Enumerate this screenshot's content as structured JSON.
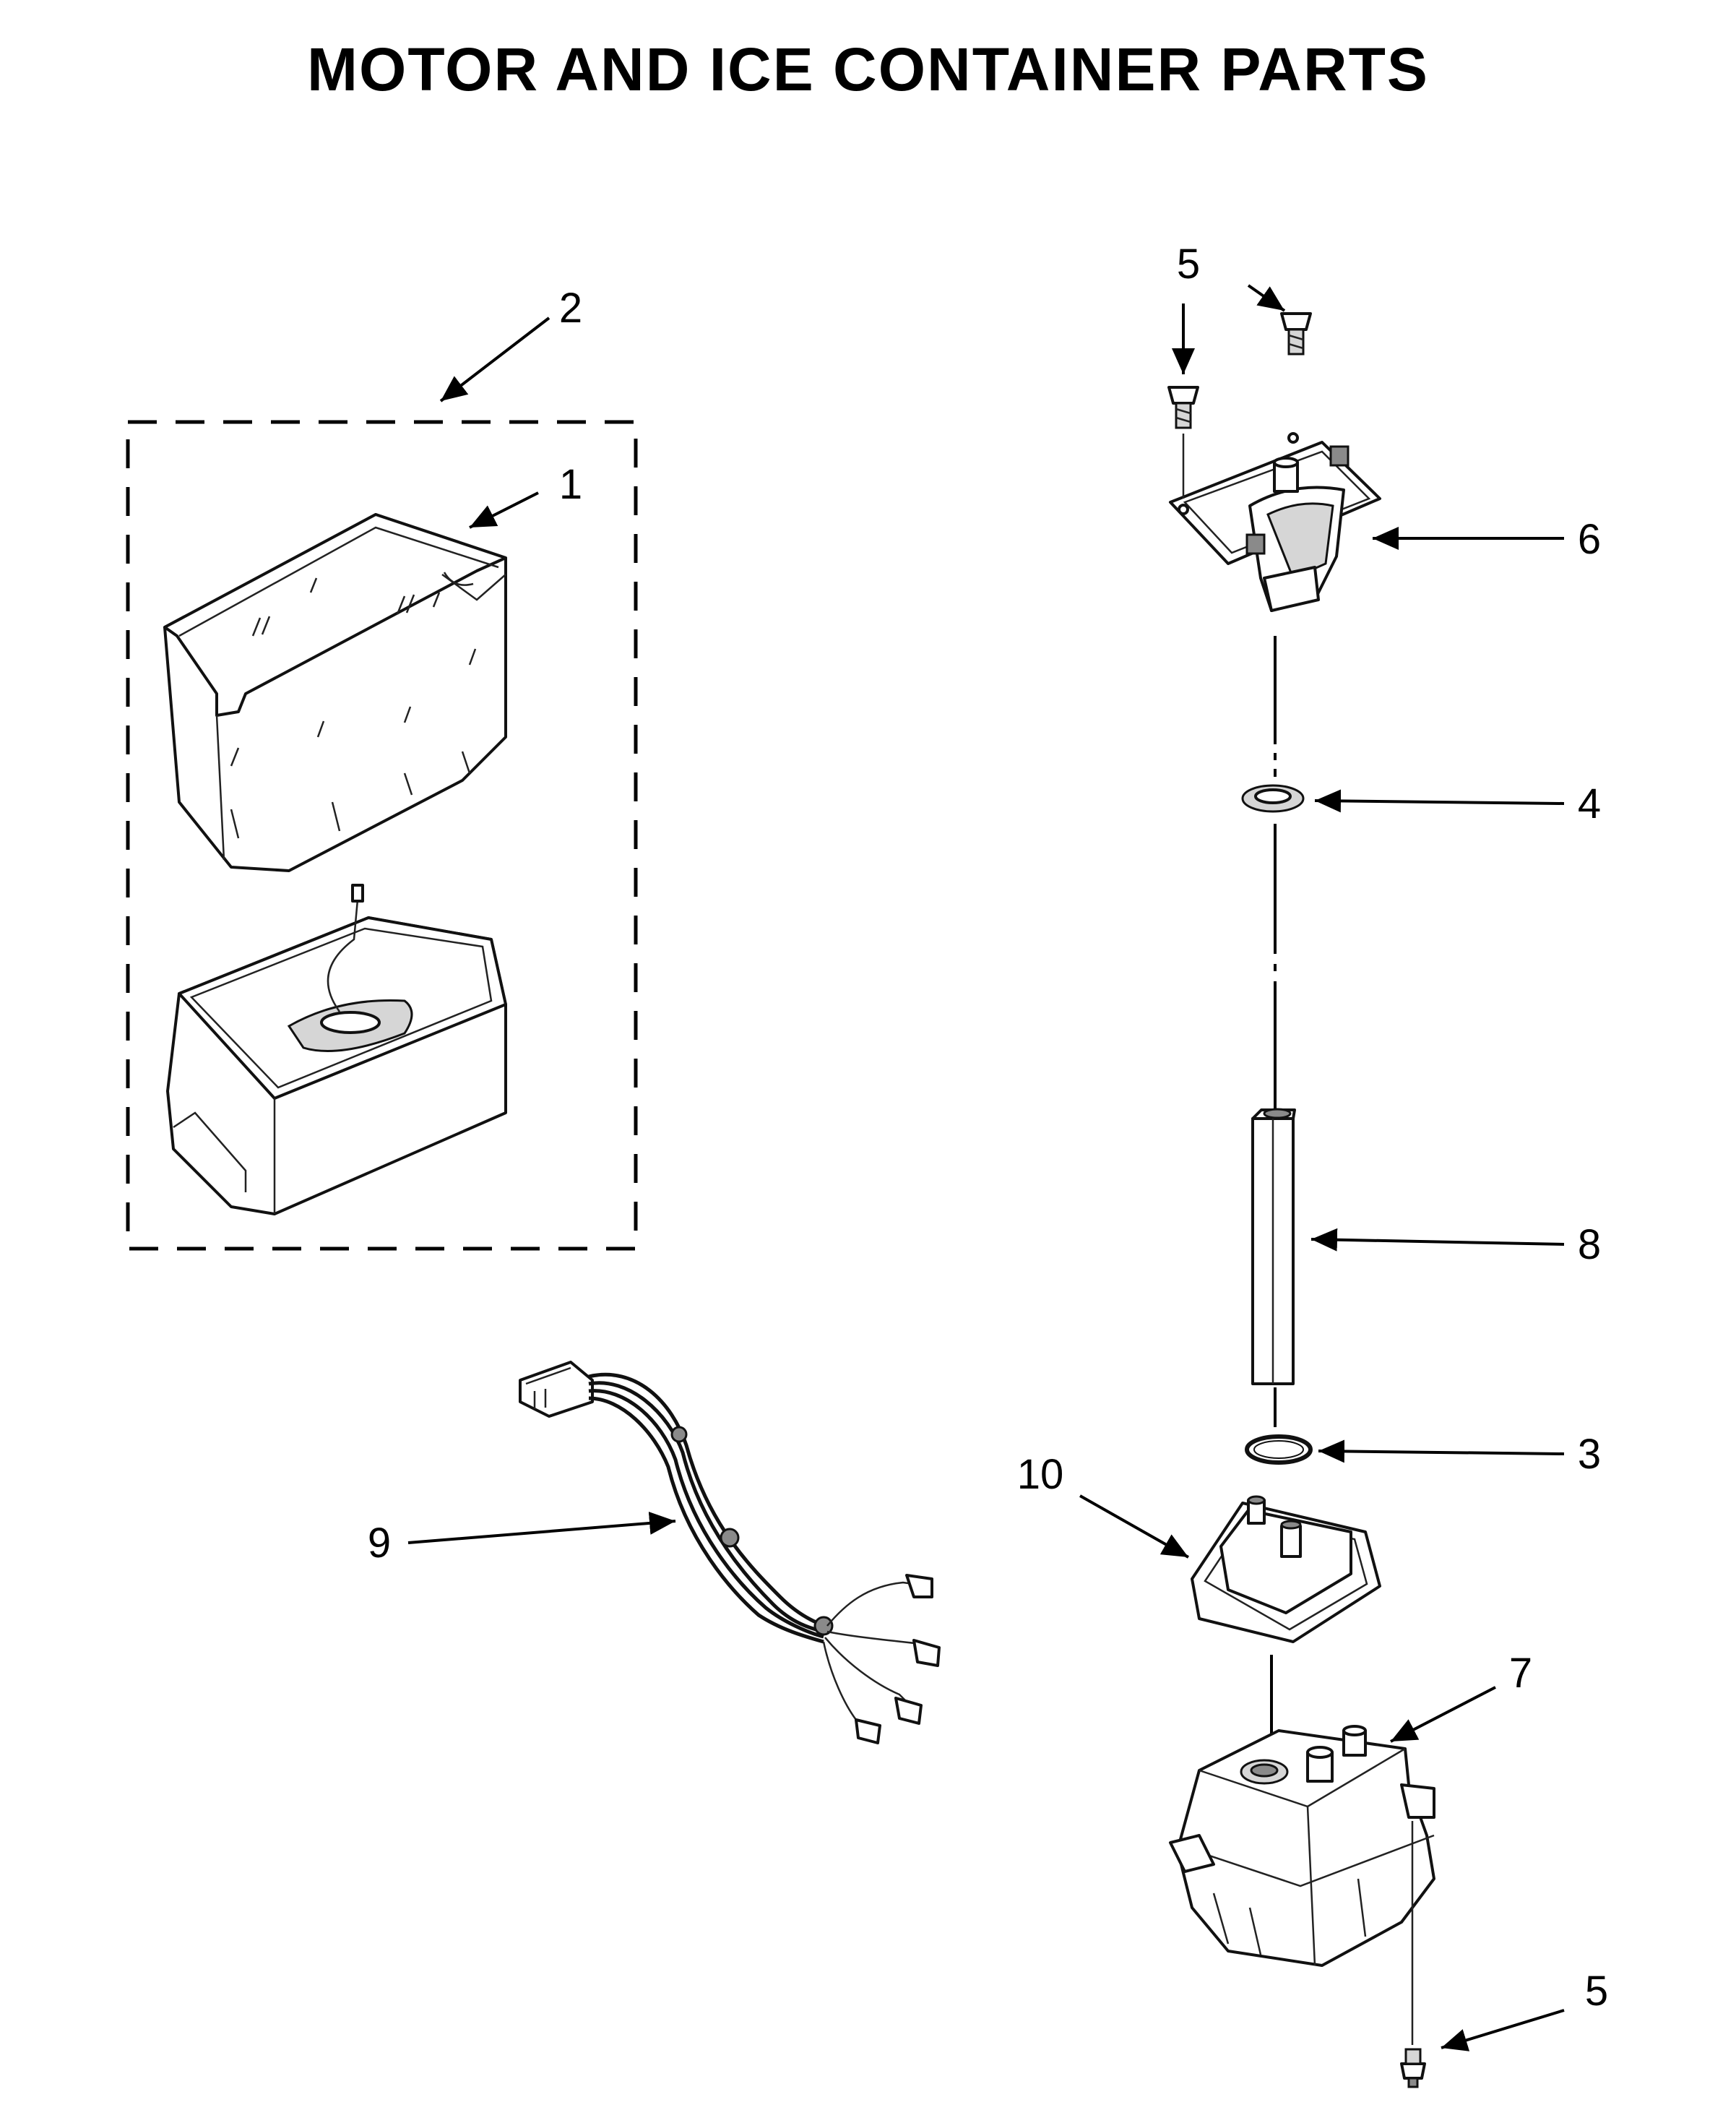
{
  "title": "MOTOR AND ICE CONTAINER PARTS",
  "callouts": [
    "1",
    "2",
    "3",
    "4",
    "5",
    "5",
    "6",
    "7",
    "8",
    "9",
    "10"
  ],
  "colors": {
    "ink": "#000000",
    "background": "#ffffff",
    "shade": "#d6d6d6"
  }
}
